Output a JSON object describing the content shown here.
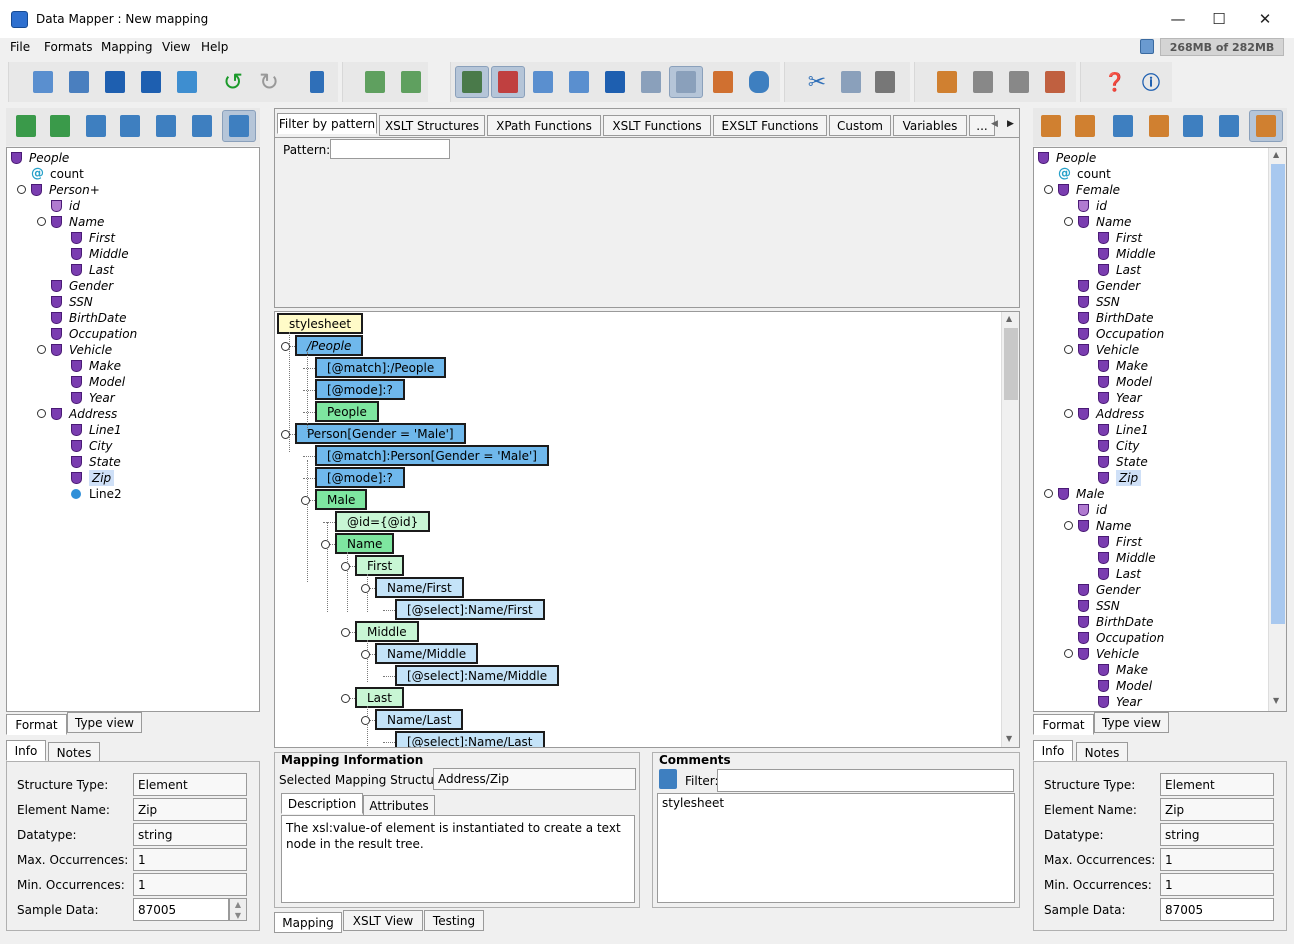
{
  "window": {
    "title": "Data Mapper : New mapping"
  },
  "menu": [
    "File",
    "Formats",
    "Mapping",
    "View",
    "Help"
  ],
  "memory": "268MB of 282MB",
  "center_tabs": [
    "Filter by pattern",
    "XSLT Structures",
    "XPath Functions",
    "XSLT Functions",
    "EXSLT Functions",
    "Custom",
    "Variables",
    "..."
  ],
  "pattern_label": "Pattern:",
  "left_tree": [
    {
      "label": "People",
      "italic": true,
      "depth": 0,
      "icon": "element"
    },
    {
      "label": "count",
      "italic": false,
      "depth": 1,
      "icon": "attribute"
    },
    {
      "label": "Person+",
      "italic": true,
      "depth": 1,
      "icon": "element"
    },
    {
      "label": "id",
      "italic": true,
      "depth": 2,
      "icon": "element-id"
    },
    {
      "label": "Name",
      "italic": true,
      "depth": 2,
      "icon": "element"
    },
    {
      "label": "First",
      "italic": true,
      "depth": 3,
      "icon": "element"
    },
    {
      "label": "Middle",
      "italic": true,
      "depth": 3,
      "icon": "element"
    },
    {
      "label": "Last",
      "italic": true,
      "depth": 3,
      "icon": "element"
    },
    {
      "label": "Gender",
      "italic": true,
      "depth": 2,
      "icon": "element"
    },
    {
      "label": "SSN",
      "italic": true,
      "depth": 2,
      "icon": "element"
    },
    {
      "label": "BirthDate",
      "italic": true,
      "depth": 2,
      "icon": "element"
    },
    {
      "label": "Occupation",
      "italic": true,
      "depth": 2,
      "icon": "element"
    },
    {
      "label": "Vehicle",
      "italic": true,
      "depth": 2,
      "icon": "element"
    },
    {
      "label": "Make",
      "italic": true,
      "depth": 3,
      "icon": "element"
    },
    {
      "label": "Model",
      "italic": true,
      "depth": 3,
      "icon": "element"
    },
    {
      "label": "Year",
      "italic": true,
      "depth": 3,
      "icon": "element"
    },
    {
      "label": "Address",
      "italic": true,
      "depth": 2,
      "icon": "element"
    },
    {
      "label": "Line1",
      "italic": true,
      "depth": 3,
      "icon": "element"
    },
    {
      "label": "City",
      "italic": true,
      "depth": 3,
      "icon": "element"
    },
    {
      "label": "State",
      "italic": true,
      "depth": 3,
      "icon": "element"
    },
    {
      "label": "Zip",
      "italic": true,
      "depth": 3,
      "icon": "element",
      "selected": true
    },
    {
      "label": "Line2",
      "italic": false,
      "depth": 3,
      "icon": "ball"
    }
  ],
  "right_tree": [
    {
      "label": "People",
      "italic": true,
      "depth": 0,
      "icon": "element"
    },
    {
      "label": "count",
      "italic": false,
      "depth": 1,
      "icon": "attribute"
    },
    {
      "label": "Female",
      "italic": true,
      "depth": 1,
      "icon": "element"
    },
    {
      "label": "id",
      "italic": true,
      "depth": 2,
      "icon": "element-id"
    },
    {
      "label": "Name",
      "italic": true,
      "depth": 2,
      "icon": "element"
    },
    {
      "label": "First",
      "italic": true,
      "depth": 3,
      "icon": "element"
    },
    {
      "label": "Middle",
      "italic": true,
      "depth": 3,
      "icon": "element"
    },
    {
      "label": "Last",
      "italic": true,
      "depth": 3,
      "icon": "element"
    },
    {
      "label": "Gender",
      "italic": true,
      "depth": 2,
      "icon": "element"
    },
    {
      "label": "SSN",
      "italic": true,
      "depth": 2,
      "icon": "element"
    },
    {
      "label": "BirthDate",
      "italic": true,
      "depth": 2,
      "icon": "element"
    },
    {
      "label": "Occupation",
      "italic": true,
      "depth": 2,
      "icon": "element"
    },
    {
      "label": "Vehicle",
      "italic": true,
      "depth": 2,
      "icon": "element"
    },
    {
      "label": "Make",
      "italic": true,
      "depth": 3,
      "icon": "element"
    },
    {
      "label": "Model",
      "italic": true,
      "depth": 3,
      "icon": "element"
    },
    {
      "label": "Year",
      "italic": true,
      "depth": 3,
      "icon": "element"
    },
    {
      "label": "Address",
      "italic": true,
      "depth": 2,
      "icon": "element"
    },
    {
      "label": "Line1",
      "italic": true,
      "depth": 3,
      "icon": "element"
    },
    {
      "label": "City",
      "italic": true,
      "depth": 3,
      "icon": "element"
    },
    {
      "label": "State",
      "italic": true,
      "depth": 3,
      "icon": "element"
    },
    {
      "label": "Zip",
      "italic": true,
      "depth": 3,
      "icon": "element",
      "selected": true
    },
    {
      "label": "Male",
      "italic": true,
      "depth": 1,
      "icon": "element"
    },
    {
      "label": "id",
      "italic": true,
      "depth": 2,
      "icon": "element-id"
    },
    {
      "label": "Name",
      "italic": true,
      "depth": 2,
      "icon": "element"
    },
    {
      "label": "First",
      "italic": true,
      "depth": 3,
      "icon": "element"
    },
    {
      "label": "Middle",
      "italic": true,
      "depth": 3,
      "icon": "element"
    },
    {
      "label": "Last",
      "italic": true,
      "depth": 3,
      "icon": "element"
    },
    {
      "label": "Gender",
      "italic": true,
      "depth": 2,
      "icon": "element"
    },
    {
      "label": "SSN",
      "italic": true,
      "depth": 2,
      "icon": "element"
    },
    {
      "label": "BirthDate",
      "italic": true,
      "depth": 2,
      "icon": "element"
    },
    {
      "label": "Occupation",
      "italic": true,
      "depth": 2,
      "icon": "element"
    },
    {
      "label": "Vehicle",
      "italic": true,
      "depth": 2,
      "icon": "element"
    },
    {
      "label": "Make",
      "italic": true,
      "depth": 3,
      "icon": "element"
    },
    {
      "label": "Model",
      "italic": true,
      "depth": 3,
      "icon": "element"
    },
    {
      "label": "Year",
      "italic": true,
      "depth": 3,
      "icon": "element"
    }
  ],
  "mapping_tree": [
    {
      "label": "stylesheet",
      "color": "yellow"
    },
    {
      "label": "/People",
      "color": "blue",
      "italic": true
    },
    {
      "label": "[@match]:/People",
      "color": "blue"
    },
    {
      "label": "[@mode]:?",
      "color": "blue"
    },
    {
      "label": "People",
      "color": "green"
    },
    {
      "label": "Person[Gender = 'Male']",
      "color": "blue"
    },
    {
      "label": "[@match]:Person[Gender = 'Male']",
      "color": "blue"
    },
    {
      "label": "[@mode]:?",
      "color": "blue"
    },
    {
      "label": "Male",
      "color": "green"
    },
    {
      "label": "@id={@id}",
      "color": "lgreen"
    },
    {
      "label": "Name",
      "color": "green"
    },
    {
      "label": "First",
      "color": "lgreen"
    },
    {
      "label": "Name/First",
      "color": "lblue"
    },
    {
      "label": "[@select]:Name/First",
      "color": "lblue"
    },
    {
      "label": "Middle",
      "color": "lgreen"
    },
    {
      "label": "Name/Middle",
      "color": "lblue"
    },
    {
      "label": "[@select]:Name/Middle",
      "color": "lblue"
    },
    {
      "label": "Last",
      "color": "lgreen"
    },
    {
      "label": "Name/Last",
      "color": "lblue"
    },
    {
      "label": "[@select]:Name/Last",
      "color": "lblue"
    }
  ],
  "tree_tabs": {
    "format": "Format",
    "typeview": "Type view"
  },
  "info_tabs": {
    "info": "Info",
    "notes": "Notes"
  },
  "left_info": {
    "structure_type_label": "Structure Type:",
    "structure_type": "Element",
    "element_name_label": "Element Name:",
    "element_name": "Zip",
    "datatype_label": "Datatype:",
    "datatype": "string",
    "max_label": "Max. Occurrences:",
    "max": "1",
    "min_label": "Min. Occurrences:",
    "min": "1",
    "sample_label": "Sample Data:",
    "sample": "87005"
  },
  "right_info": {
    "structure_type_label": "Structure Type:",
    "structure_type": "Element",
    "element_name_label": "Element Name:",
    "element_name": "Zip",
    "datatype_label": "Datatype:",
    "datatype": "string",
    "max_label": "Max. Occurrences:",
    "max": "1",
    "min_label": "Min. Occurrences:",
    "min": "1",
    "sample_label": "Sample Data:",
    "sample": "87005"
  },
  "mapping_info": {
    "title": "Mapping Information",
    "selected_label": "Selected Mapping Structure:",
    "selected_value": "Address/Zip",
    "tab_description": "Description",
    "tab_attributes": "Attributes",
    "description": "The xsl:value-of element is instantiated to create a text node in the result tree."
  },
  "comments": {
    "title": "Comments",
    "filter_label": "Filter:",
    "text": "stylesheet"
  },
  "bottom_tabs": [
    "Mapping",
    "XSLT View",
    "Testing"
  ]
}
